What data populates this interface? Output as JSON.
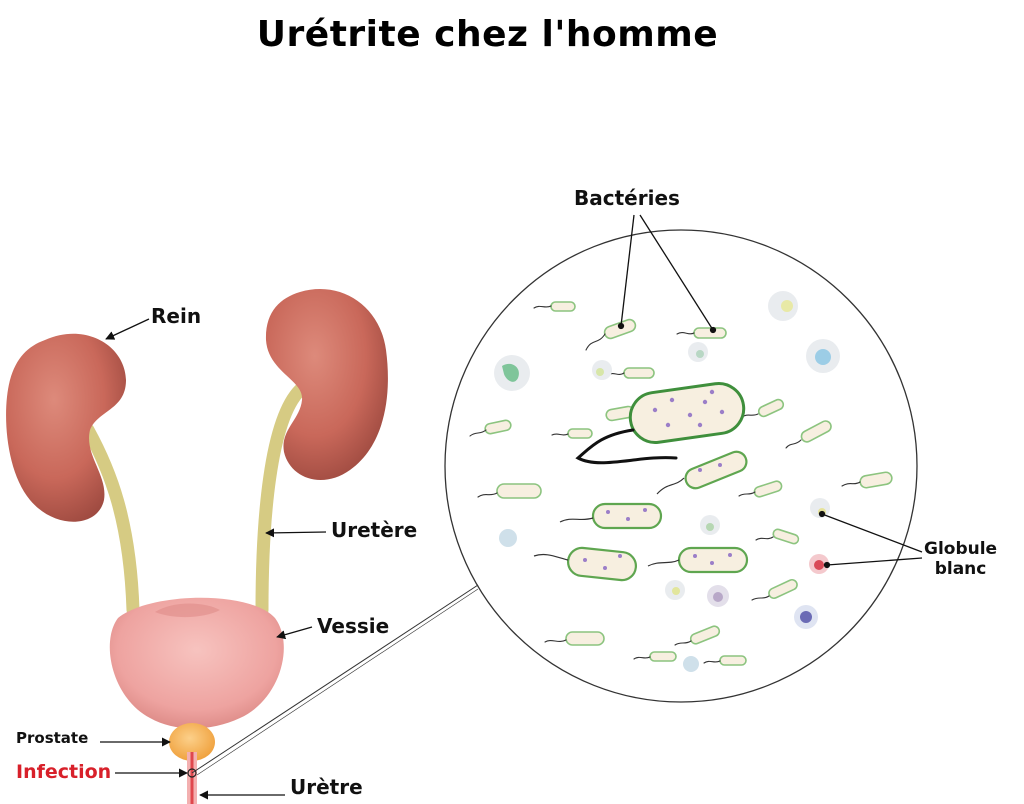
{
  "title": "Urétrite chez l'homme",
  "labels": {
    "rein": "Rein",
    "uretere": "Uretère",
    "vessie": "Vessie",
    "prostate": "Prostate",
    "infection": "Infection",
    "uretre": "Urètre",
    "bacteries": "Bactéries",
    "globule_line1": "Globule",
    "globule_line2": "blanc"
  },
  "colors": {
    "kidney": "#c9685a",
    "ureter": "#dcd28f",
    "bladder": "#eea3a0",
    "prostate": "#f6b24f",
    "infection": "#d8202a",
    "bacteria_membrane": "#6bb25f",
    "bacteria_fill": "#f7efe0"
  }
}
